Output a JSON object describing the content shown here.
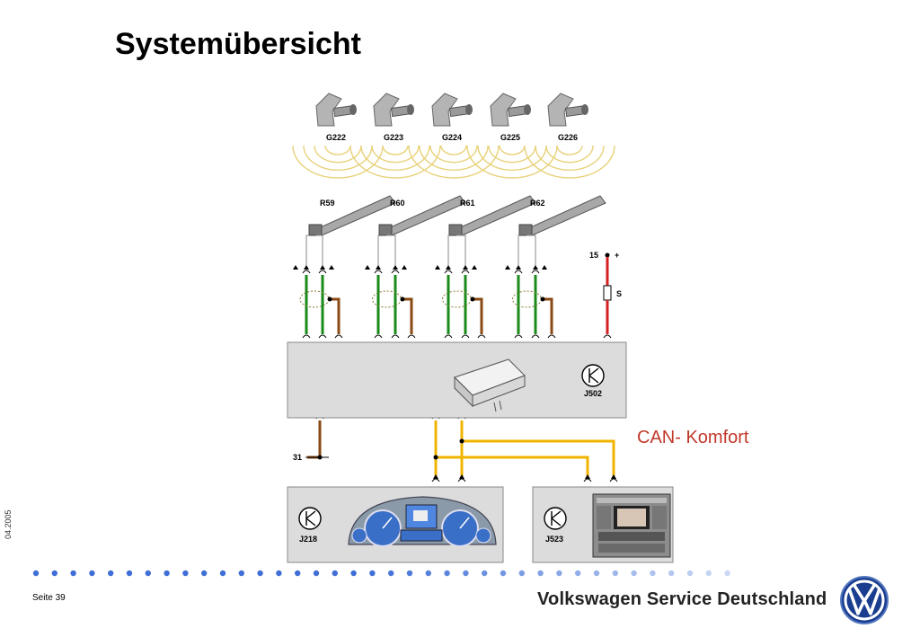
{
  "slide": {
    "title": "Systemübersicht",
    "date": "04.2005",
    "page": "Seite 39",
    "brand": "Volkswagen Service Deutschland"
  },
  "diagram": {
    "sensors": [
      "G222",
      "G223",
      "G224",
      "G225",
      "G226"
    ],
    "antennas": [
      "R59",
      "R60",
      "R61",
      "R62"
    ],
    "terminal_15": "15",
    "terminal_plus": "+",
    "fuse": "S",
    "control_unit": "J502",
    "ground": "31",
    "bus_label": "CAN- Komfort",
    "instrument_cluster": "J218",
    "display_unit": "J523"
  },
  "colors": {
    "green_wire": "#1a8a1a",
    "brown_wire": "#8a4a14",
    "red_wire": "#d42020",
    "can_wire": "#f0b400",
    "bus_label": "#c0392b",
    "box_fill": "#dcdcdc",
    "wave": "#e8d27a",
    "dots": "#4a78d8"
  }
}
